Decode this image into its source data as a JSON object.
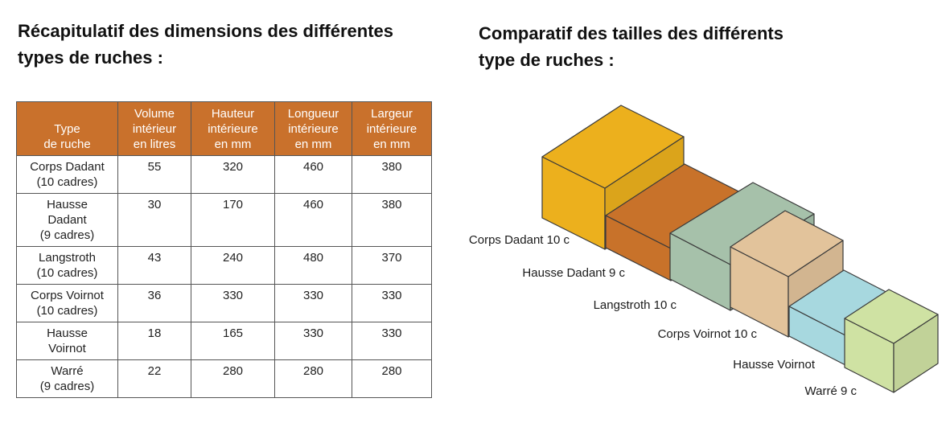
{
  "left": {
    "title": "Récapitulatif des dimensions des différentes\ntypes de ruches :",
    "table": {
      "headers": [
        "Type\nde ruche",
        "Volume\nintérieur\nen litres",
        "Hauteur\nintérieure\nen mm",
        "Longueur\nintérieure\nen mm",
        "Largeur\nintérieure\nen mm"
      ],
      "rows": [
        {
          "type": "Corps Dadant\n(10 cadres)",
          "volume": "55",
          "hauteur": "320",
          "longueur": "460",
          "largeur": "380"
        },
        {
          "type": "Hausse\nDadant\n(9 cadres)",
          "volume": "30",
          "hauteur": "170",
          "longueur": "460",
          "largeur": "380"
        },
        {
          "type": "Langstroth\n(10 cadres)",
          "volume": "43",
          "hauteur": "240",
          "longueur": "480",
          "largeur": "370"
        },
        {
          "type": "Corps Voirnot\n(10 cadres)",
          "volume": "36",
          "hauteur": "330",
          "longueur": "330",
          "largeur": "330"
        },
        {
          "type": "Hausse\nVoirnot",
          "volume": "18",
          "hauteur": "165",
          "longueur": "330",
          "largeur": "330"
        },
        {
          "type": "Warré\n(9 cadres)",
          "volume": "22",
          "hauteur": "280",
          "longueur": "280",
          "largeur": "280"
        }
      ]
    }
  },
  "right": {
    "title": "Comparatif des tailles des différents\ntype de ruches :",
    "boxes": [
      {
        "label": "Corps Dadant 10 c",
        "color": "#ecb01d"
      },
      {
        "label": "Hausse Dadant 9 c",
        "color": "#c8722a"
      },
      {
        "label": "Langstroth 10 c",
        "color": "#a6c1aa"
      },
      {
        "label": "Corps Voirnot 10 c",
        "color": "#e2c39b"
      },
      {
        "label": "Hausse Voirnot",
        "color": "#a7d8df"
      },
      {
        "label": "Warré 9 c",
        "color": "#cfe2a3"
      }
    ]
  },
  "colors": {
    "table_header": "#c9712c",
    "text": "#1a1a1a"
  }
}
